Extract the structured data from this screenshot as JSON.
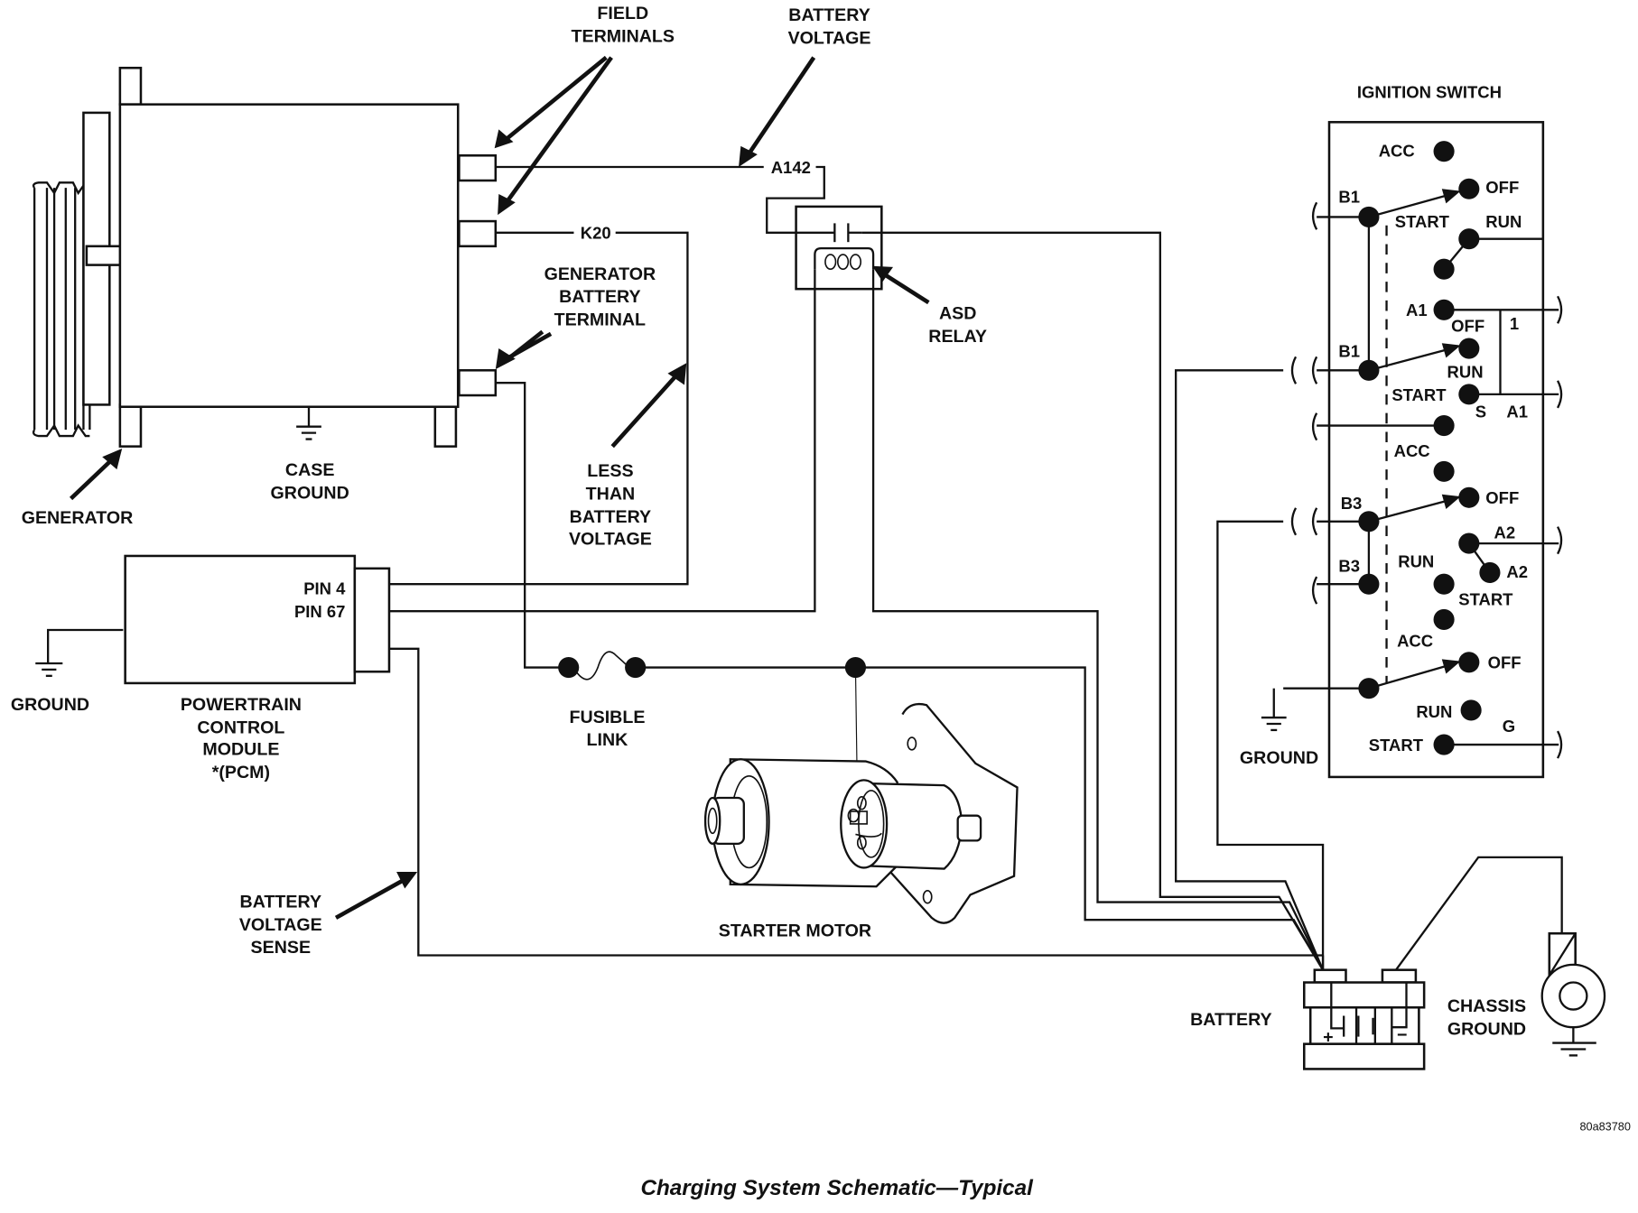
{
  "figure": {
    "caption": "Charging System Schematic—Typical",
    "figure_code": "80a83780"
  },
  "generator": {
    "label": "GENERATOR",
    "field_terminals": [
      "FIELD",
      "TERMINALS"
    ],
    "battery_voltage": [
      "BATTERY",
      "VOLTAGE"
    ],
    "battery_terminal": [
      "GENERATOR",
      "BATTERY",
      "TERMINAL"
    ],
    "case_ground": [
      "CASE",
      "GROUND"
    ]
  },
  "wires": {
    "a142": "A142",
    "k20": "K20",
    "less_than_battery_voltage": [
      "LESS",
      "THAN",
      "BATTERY",
      "VOLTAGE"
    ],
    "battery_voltage_sense": [
      "BATTERY",
      "VOLTAGE",
      "SENSE"
    ]
  },
  "relay": {
    "label": [
      "ASD",
      "RELAY"
    ]
  },
  "pcm": {
    "pins": [
      "PIN 4",
      "PIN 67"
    ],
    "label": [
      "POWERTRAIN",
      "CONTROL",
      "MODULE",
      "*(PCM)"
    ],
    "ground": "GROUND"
  },
  "fusible_link": [
    "FUSIBLE",
    "LINK"
  ],
  "starter_motor": "STARTER MOTOR",
  "battery": {
    "label": "BATTERY",
    "plus": "+",
    "minus": "−"
  },
  "chassis_ground": [
    "CHASSIS",
    "GROUND"
  ],
  "ignition_switch": {
    "title": "IGNITION SWITCH",
    "ground": "GROUND",
    "labels": {
      "acc_1": "ACC",
      "b1_top": "B1",
      "off_1": "OFF",
      "start_1": "START",
      "run_1": "RUN",
      "a1_in": "A1",
      "off_2": "OFF",
      "one": "1",
      "b1_bottom": "B1",
      "run_2": "RUN",
      "start_2": "START",
      "s": "S",
      "a1_out": "A1",
      "acc_2": "ACC",
      "b3_top": "B3",
      "off_3": "OFF",
      "a2_out": "A2",
      "a2_in": "A2",
      "b3_bottom": "B3",
      "run_3": "RUN",
      "start_3": "START",
      "acc_3": "ACC",
      "off_4": "OFF",
      "run_4": "RUN",
      "start_4": "START",
      "g": "G"
    }
  }
}
